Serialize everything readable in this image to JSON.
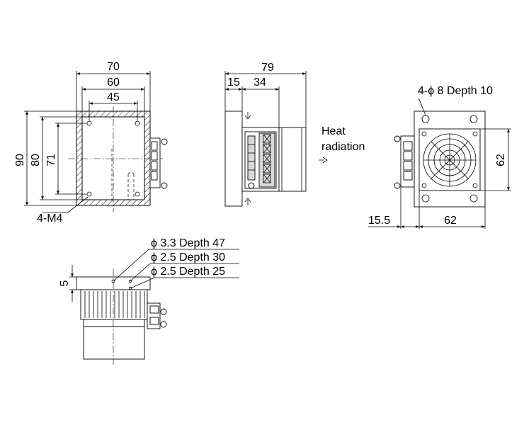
{
  "front_view": {
    "dims": {
      "w70": "70",
      "w60": "60",
      "w45": "45",
      "h90": "90",
      "h80": "80",
      "h71": "71"
    },
    "screw_label": "4-M4"
  },
  "side_view": {
    "dims": {
      "w79": "79",
      "w15": "15",
      "w34": "34"
    },
    "airflow_label_line1": "Heat",
    "airflow_label_line2": "radiation"
  },
  "rear_view": {
    "hole_label": "4-ϕ 8 Depth 10",
    "dims": {
      "h62": "62",
      "w15_5": "15.5",
      "w62": "62"
    }
  },
  "bottom_view": {
    "dims": {
      "t5": "5"
    },
    "holes": [
      {
        "label": "ϕ 3.3  Depth 47"
      },
      {
        "label": "ϕ 2.5  Depth 30"
      },
      {
        "label": "ϕ 2.5  Depth 25"
      }
    ]
  },
  "colors": {
    "line": "#000000",
    "fill_grey": "#d9d9d9",
    "background": "#ffffff"
  }
}
